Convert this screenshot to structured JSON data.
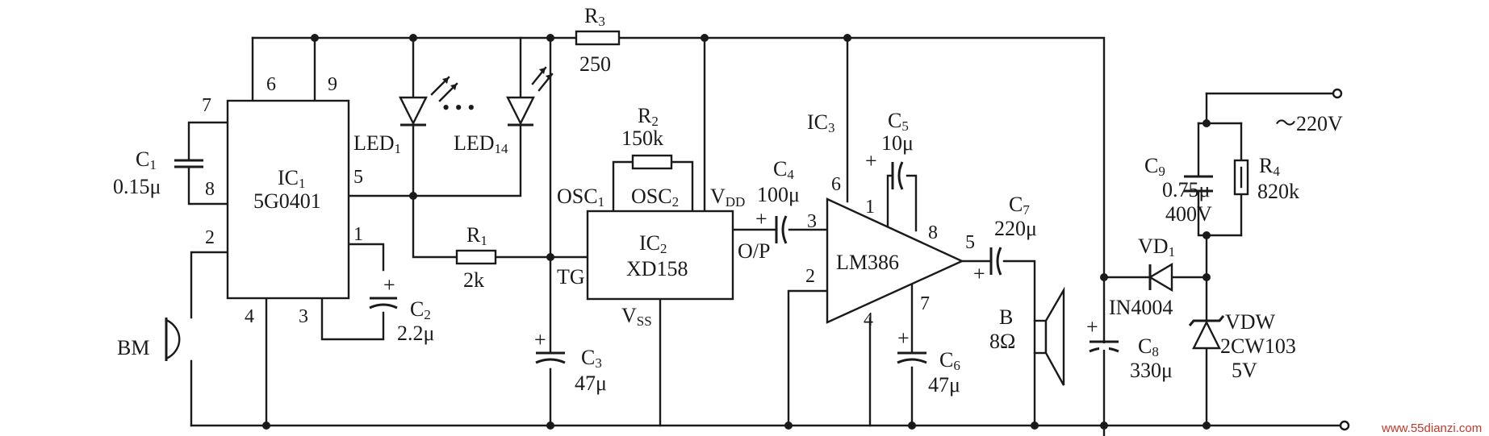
{
  "components": {
    "r3": {
      "ref": "R",
      "sub": "3",
      "value": "250"
    },
    "r2": {
      "ref": "R",
      "sub": "2",
      "value": "150k"
    },
    "r1": {
      "ref": "R",
      "sub": "1",
      "value": "2k"
    },
    "r4": {
      "ref": "R",
      "sub": "4",
      "value": "820k"
    },
    "c1": {
      "ref": "C",
      "sub": "1",
      "value": "0.15μ"
    },
    "c2": {
      "ref": "C",
      "sub": "2",
      "value": "2.2μ"
    },
    "c3": {
      "ref": "C",
      "sub": "3",
      "value": "47μ"
    },
    "c4": {
      "ref": "C",
      "sub": "4",
      "value": "100μ"
    },
    "c5": {
      "ref": "C",
      "sub": "5",
      "value": "10μ"
    },
    "c6": {
      "ref": "C",
      "sub": "6",
      "value": "47μ"
    },
    "c7": {
      "ref": "C",
      "sub": "7",
      "value": "220μ"
    },
    "c8": {
      "ref": "C",
      "sub": "8",
      "value": "330μ"
    },
    "c9": {
      "ref": "C",
      "sub": "9",
      "value": "0.75μ",
      "voltage": "400V"
    },
    "ic1": {
      "ref": "IC",
      "sub": "1",
      "part": "5G0401"
    },
    "ic2": {
      "ref": "IC",
      "sub": "2",
      "part": "XD158"
    },
    "ic3": {
      "ref": "IC",
      "sub": "3",
      "part": "LM386"
    },
    "led1": {
      "ref": "LED",
      "sub": "1"
    },
    "led14": {
      "ref": "LED",
      "sub": "14"
    },
    "led_ellipsis": "• • •",
    "vd1": {
      "ref": "VD",
      "sub": "1",
      "part": "IN4004"
    },
    "vdw": {
      "ref": "VDW",
      "part": "2CW103",
      "voltage": "5V"
    },
    "bm": {
      "ref": "BM"
    },
    "speaker": {
      "ref": "B",
      "value": "8Ω"
    },
    "mains": "～220V",
    "plus": "+"
  },
  "ic1_pins": {
    "p1": "1",
    "p2": "2",
    "p3": "3",
    "p4": "4",
    "p5": "5",
    "p6": "6",
    "p7": "7",
    "p8": "8",
    "p9": "9"
  },
  "ic2_labels": {
    "osc1": {
      "text": "OSC",
      "sub": "1"
    },
    "osc2": {
      "text": "OSC",
      "sub": "2"
    },
    "vdd": {
      "text": "V",
      "sub": "DD"
    },
    "vss": {
      "text": "V",
      "sub": "SS"
    },
    "tg": "TG",
    "op": "O/P"
  },
  "ic3_pins": {
    "p1": "1",
    "p2": "2",
    "p3": "3",
    "p4": "4",
    "p5": "5",
    "p6": "6",
    "p7": "7",
    "p8": "8"
  },
  "watermark": "www.55dianzi.com",
  "colors": {
    "ink": "#1a1a1a",
    "watermark": "#c0392b",
    "background": "#ffffff"
  }
}
